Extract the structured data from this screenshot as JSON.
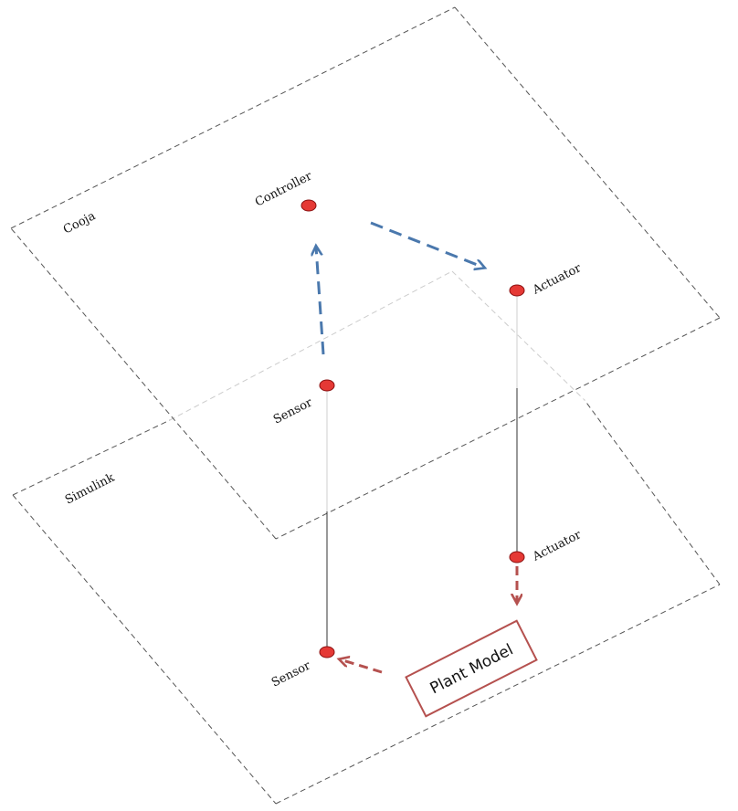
{
  "planes": {
    "cooja": {
      "label": "Cooja"
    },
    "simulink": {
      "label": "Simulink"
    }
  },
  "nodes": {
    "controller": {
      "label": "Controller"
    },
    "cooja_actuator": {
      "label": "Actuator"
    },
    "cooja_sensor": {
      "label": "Sensor"
    },
    "sim_actuator": {
      "label": "Actuator"
    },
    "sim_sensor": {
      "label": "Sensor"
    }
  },
  "plant": {
    "label": "Plant Model"
  },
  "colors": {
    "node_fill": "#e53935",
    "cooja_arrow": "#4a78ad",
    "simulink_arrow": "#b5514f",
    "plant_border": "#b5514f",
    "plane_border": "#555555"
  }
}
